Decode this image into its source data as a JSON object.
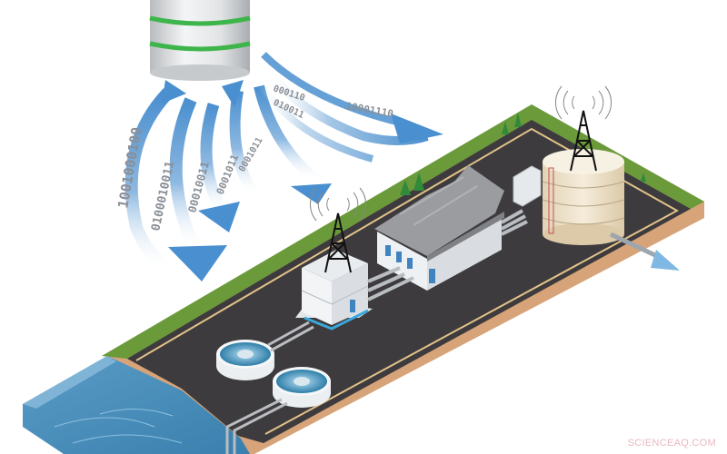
{
  "illustration": {
    "subject": "Smart water treatment plant with wireless data transmission to a database",
    "watermark": "SCIENCEAQ.COM",
    "elements": {
      "database": "database-cylinder-with-green-rings",
      "data_streams": "binary-data-arrow-streams",
      "towers": [
        "radio-tower-pump-house",
        "radio-tower-storage-tank"
      ],
      "buildings": [
        "pump-house",
        "factory-building",
        "pipe-manifold",
        "storage-tank"
      ],
      "clarifiers": [
        "clarifier-tank-1",
        "clarifier-tank-2"
      ],
      "water": "river-water-source",
      "outflow": "outflow-arrow"
    },
    "binary_strings": [
      "1001000100",
      "0100010011",
      "00010011",
      "0001011",
      "0001011",
      "010011",
      "000110",
      "10001110"
    ]
  },
  "colors": {
    "arrow_blue": "#4a8fcf",
    "arrow_light": "#cfe0f1",
    "grass": "#6a9a3a",
    "asphalt": "#3d3b3d",
    "soil": "#d7a47a",
    "border_line": "#e2c28a",
    "water": "#3d87b4",
    "water_light": "#6fa9cc",
    "roof_gray": "#9a9c9f",
    "wall_white": "#eef1f4",
    "window_blue": "#3f83c0",
    "tank_beige": "#efe3cc",
    "db_silver": "#d8dadc",
    "db_green": "#3db54a",
    "tree_green": "#2f8a3a",
    "watermark": "#e8b8c0"
  }
}
